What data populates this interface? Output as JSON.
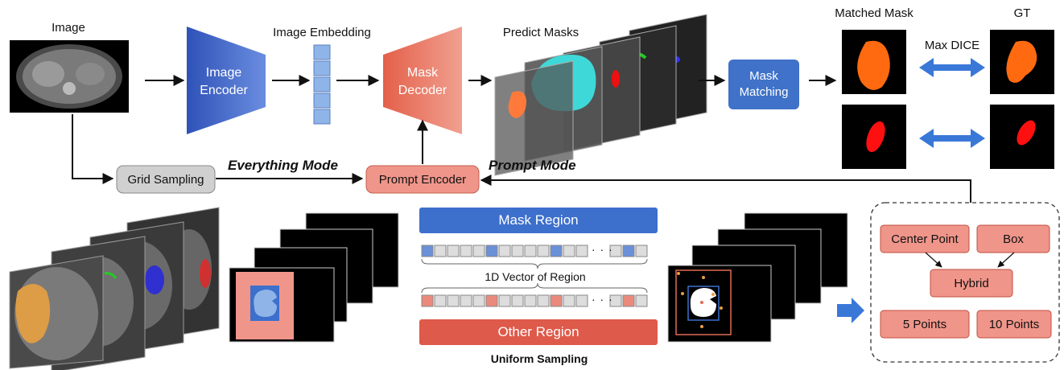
{
  "labels": {
    "image": "Image",
    "image_encoder_line1": "Image",
    "image_encoder_line2": "Encoder",
    "image_embedding": "Image Embedding",
    "mask_decoder_line1": "Mask",
    "mask_decoder_line2": "Decoder",
    "predict_masks": "Predict Masks",
    "mask_matching_line1": "Mask",
    "mask_matching_line2": "Matching",
    "matched_mask": "Matched Mask",
    "gt": "GT",
    "max_dice": "Max DICE",
    "grid_sampling": "Grid Sampling",
    "everything_mode": "Everything Mode",
    "prompt_encoder": "Prompt Encoder",
    "prompt_mode": "Prompt Mode",
    "mask_region": "Mask Region",
    "vector_of_region": "1D Vector of Region",
    "other_region": "Other Region",
    "uniform_sampling": "Uniform Sampling",
    "ellipsis_top": "· · ·",
    "ellipsis_bottom": "· · ·",
    "center_point": "Center Point",
    "box": "Box",
    "hybrid": "Hybrid",
    "five_points": "5 Points",
    "ten_points": "10 Points"
  },
  "colors": {
    "encoder_blue": "#3f63c9",
    "decoder_red": "#e06a55",
    "mask_matching_blue": "#3f72c8",
    "prompt_salmon": "#f0958a",
    "grid_gray": "#d0d0d0",
    "embed_cell": "#8fb4e8",
    "region_blue": "#3d6fcc",
    "region_red": "#de5a4a",
    "liver_orange": "#ff6a10",
    "kidney_red": "#ff1010",
    "predict_cyan": "#3fd8d8",
    "arrow_blue": "#3a78d8"
  },
  "icons": {
    "double_arrow": "double-headed-arrow-icon",
    "thick_arrow": "right-arrow-icon"
  }
}
